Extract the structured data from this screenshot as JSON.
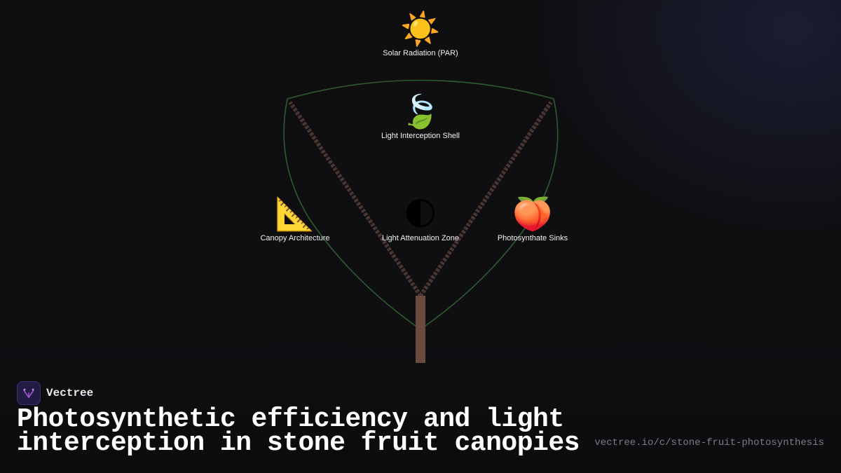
{
  "diagram": {
    "nodes": [
      {
        "id": "sun",
        "icon": "sun-icon",
        "emoji": "☀️",
        "label": "Solar Radiation (PAR)"
      },
      {
        "id": "shell",
        "icon": "leaf-icon",
        "emoji": "🍃",
        "label": "Light Interception Shell"
      },
      {
        "id": "architecture",
        "icon": "triangular-ruler-icon",
        "emoji": "📐",
        "label": "Canopy Architecture"
      },
      {
        "id": "attenuation",
        "icon": "half-moon-icon",
        "emoji": "🌓",
        "label": "Light Attenuation Zone"
      },
      {
        "id": "sinks",
        "icon": "peach-icon",
        "emoji": "🍑",
        "label": "Photosynthate Sinks"
      }
    ],
    "colors": {
      "canopy_outline": "#2f5a2f",
      "branch": "#4a3630",
      "trunk": "#6b4a3e",
      "background": "#0f0f12"
    }
  },
  "brand": {
    "name": "Vectree",
    "icon": "vectree-logo-icon"
  },
  "title": "Photosynthetic efficiency and light interception in stone fruit canopies",
  "url": "vectree.io/c/stone-fruit-photosynthesis"
}
